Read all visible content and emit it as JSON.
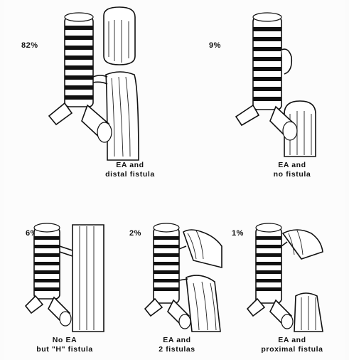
{
  "panels": [
    {
      "id": "p1",
      "percent": "82%",
      "caption_line1": "EA and",
      "caption_line2": "distal fistula"
    },
    {
      "id": "p2",
      "percent": "9%",
      "caption_line1": "EA and",
      "caption_line2": "no fistula"
    },
    {
      "id": "p3",
      "percent": "6%",
      "caption_line1": "No EA",
      "caption_line2": "but \"H\" fistula"
    },
    {
      "id": "p4",
      "percent": "2%",
      "caption_line1": "EA and",
      "caption_line2": "2 fistulas"
    },
    {
      "id": "p5",
      "percent": "1%",
      "caption_line1": "EA and",
      "caption_line2": "proximal fistula"
    }
  ]
}
